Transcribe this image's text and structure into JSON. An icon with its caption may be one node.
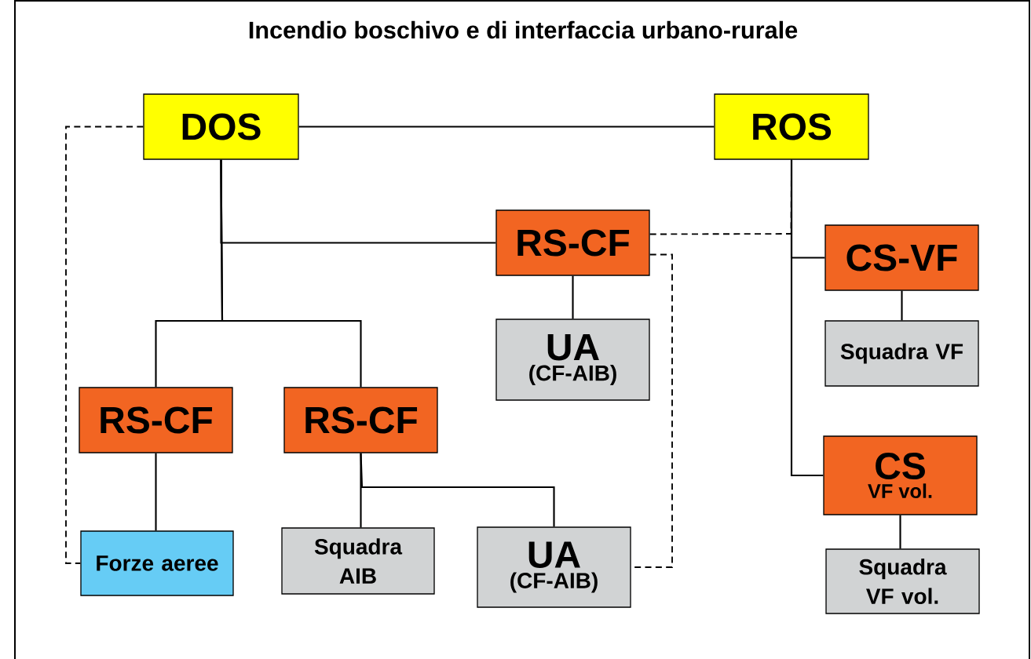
{
  "diagram": {
    "title": "Incendio boschivo e di interfaccia urbano-rurale",
    "nodes": [
      {
        "text": [
          "DOS"
        ]
      },
      {
        "text": [
          "ROS"
        ]
      },
      {
        "text": [
          "RS-CF"
        ]
      },
      {
        "text": [
          "CS-VF"
        ]
      },
      {
        "text": [
          "UA",
          "(CF-AIB)"
        ]
      },
      {
        "text": [
          "Squadra VF"
        ]
      },
      {
        "text": [
          "RS-CF"
        ]
      },
      {
        "text": [
          "RS-CF"
        ]
      },
      {
        "text": [
          "CS",
          "VF vol."
        ]
      },
      {
        "text": [
          "Forze aeree"
        ]
      },
      {
        "text": [
          "Squadra AIB"
        ]
      },
      {
        "text": [
          "UA",
          "(CF-AIB)"
        ]
      },
      {
        "text": [
          "Squadra VF vol."
        ]
      }
    ],
    "edges": [
      {
        "from": 0,
        "to": 1,
        "arrow": "none"
      },
      {
        "from": 0,
        "to": 2,
        "arrow": "none"
      },
      {
        "from": 0,
        "to": 6,
        "arrow": "none"
      },
      {
        "from": 0,
        "to": 7,
        "arrow": "none"
      },
      {
        "from": 0,
        "to": 9,
        "arrow": "none",
        "style": "dashed"
      },
      {
        "from": 2,
        "to": 4,
        "arrow": "none"
      },
      {
        "from": 2,
        "to": 1,
        "arrow": "none",
        "style": "dashed"
      },
      {
        "from": 2,
        "to": 11,
        "arrow": "none",
        "style": "dashed"
      },
      {
        "from": 1,
        "to": 3,
        "arrow": "none"
      },
      {
        "from": 1,
        "to": 8,
        "arrow": "none"
      },
      {
        "from": 3,
        "to": 5,
        "arrow": "none"
      },
      {
        "from": 6,
        "to": 9,
        "arrow": "none"
      },
      {
        "from": 7,
        "to": 10,
        "arrow": "none"
      },
      {
        "from": 7,
        "to": 11,
        "arrow": "none"
      },
      {
        "from": 8,
        "to": 12,
        "arrow": "none"
      }
    ]
  }
}
